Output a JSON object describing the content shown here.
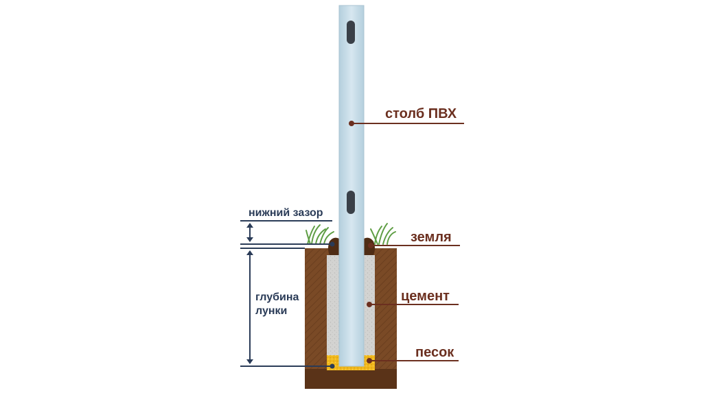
{
  "labels": {
    "post": "столб ПВХ",
    "soil": "земля",
    "cement": "цемент",
    "sand": "песок",
    "bottom_gap": "нижний зазор",
    "hole_depth_line1": "глубина",
    "hole_depth_line2": "лунки"
  },
  "colors": {
    "label_right": "#6b2f1f",
    "label_left": "#2a3b57",
    "leader_right": "#6b2f1f",
    "leader_left": "#2a3b57",
    "post_fill": "#c9dde8",
    "post_edge": "#a9c3d2",
    "post_slot": "#3a4048",
    "soil": "#7a4a26",
    "soil_dark": "#4f2c14",
    "cement": "#d3d3d1",
    "sand": "#f0b81c",
    "grass": "#6aa84f"
  }
}
